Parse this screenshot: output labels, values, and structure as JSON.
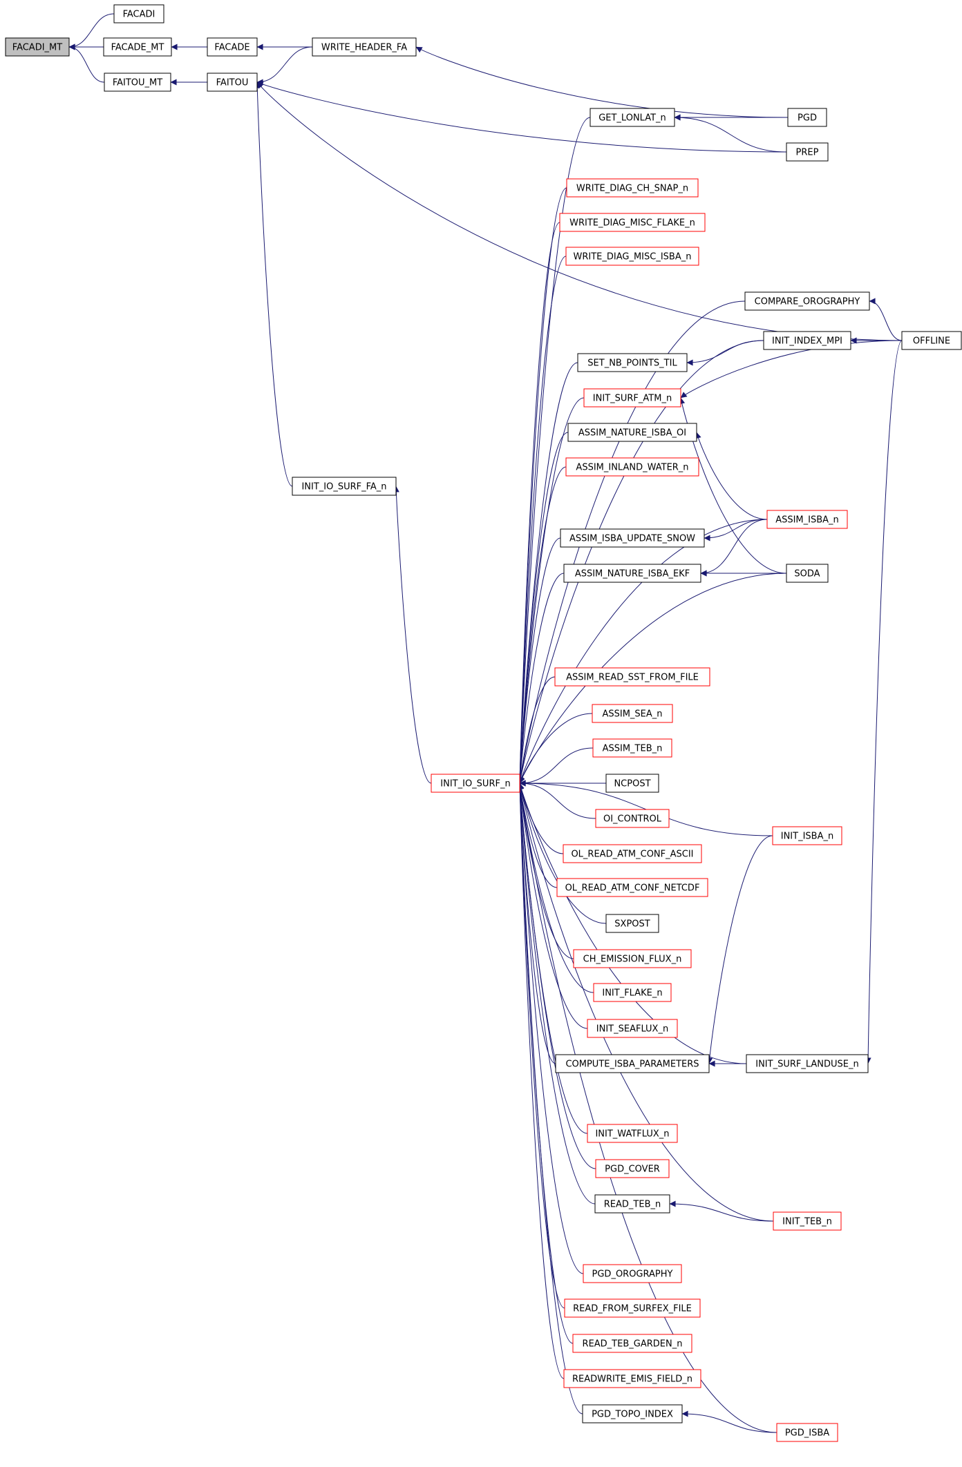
{
  "graph": {
    "colors": {
      "edge": "#191970",
      "arrow": "#191970",
      "documented_border": "#000000",
      "undocumented_border": "#ff0000",
      "root_fill": "#bfbfbf",
      "node_fill": "#ffffff",
      "text": "#000000"
    },
    "nodes": [
      {
        "id": "FACADI_MT",
        "label": "FACADI_MT",
        "style": "root"
      },
      {
        "id": "FACADI",
        "label": "FACADI",
        "style": "black"
      },
      {
        "id": "FACADE_MT",
        "label": "FACADE_MT",
        "style": "black"
      },
      {
        "id": "FACADE",
        "label": "FACADE",
        "style": "black"
      },
      {
        "id": "WRITE_HEADER_FA",
        "label": "WRITE_HEADER_FA",
        "style": "black"
      },
      {
        "id": "FAITOU_MT",
        "label": "FAITOU_MT",
        "style": "black"
      },
      {
        "id": "FAITOU",
        "label": "FAITOU",
        "style": "black"
      },
      {
        "id": "GET_LONLAT_n",
        "label": "GET_LONLAT_n",
        "style": "black"
      },
      {
        "id": "PGD",
        "label": "PGD",
        "style": "black"
      },
      {
        "id": "PREP",
        "label": "PREP",
        "style": "black"
      },
      {
        "id": "WRITE_DIAG_CH_SNAP_n",
        "label": "WRITE_DIAG_CH_SNAP_n",
        "style": "red"
      },
      {
        "id": "WRITE_DIAG_MISC_FLAKE_n",
        "label": "WRITE_DIAG_MISC_FLAKE_n",
        "style": "red"
      },
      {
        "id": "WRITE_DIAG_MISC_ISBA_n",
        "label": "WRITE_DIAG_MISC_ISBA_n",
        "style": "red"
      },
      {
        "id": "COMPARE_OROGRAPHY",
        "label": "COMPARE_OROGRAPHY",
        "style": "black"
      },
      {
        "id": "INIT_INDEX_MPI",
        "label": "INIT_INDEX_MPI",
        "style": "black"
      },
      {
        "id": "OFFLINE",
        "label": "OFFLINE",
        "style": "black"
      },
      {
        "id": "SET_NB_POINTS_TIL",
        "label": "SET_NB_POINTS_TIL",
        "style": "black"
      },
      {
        "id": "INIT_SURF_ATM_n",
        "label": "INIT_SURF_ATM_n",
        "style": "red"
      },
      {
        "id": "ASSIM_NATURE_ISBA_OI",
        "label": "ASSIM_NATURE_ISBA_OI",
        "style": "black"
      },
      {
        "id": "ASSIM_INLAND_WATER_n",
        "label": "ASSIM_INLAND_WATER_n",
        "style": "red"
      },
      {
        "id": "INIT_IO_SURF_FA_n",
        "label": "INIT_IO_SURF_FA_n",
        "style": "black"
      },
      {
        "id": "ASSIM_ISBA_n",
        "label": "ASSIM_ISBA_n",
        "style": "red"
      },
      {
        "id": "ASSIM_ISBA_UPDATE_SNOW",
        "label": "ASSIM_ISBA_UPDATE_SNOW",
        "style": "black"
      },
      {
        "id": "ASSIM_NATURE_ISBA_EKF",
        "label": "ASSIM_NATURE_ISBA_EKF",
        "style": "black"
      },
      {
        "id": "SODA",
        "label": "SODA",
        "style": "black"
      },
      {
        "id": "ASSIM_READ_SST_FROM_FILE",
        "label": "ASSIM_READ_SST_FROM_FILE",
        "style": "red"
      },
      {
        "id": "ASSIM_SEA_n",
        "label": "ASSIM_SEA_n",
        "style": "red"
      },
      {
        "id": "ASSIM_TEB_n",
        "label": "ASSIM_TEB_n",
        "style": "red"
      },
      {
        "id": "INIT_IO_SURF_n",
        "label": "INIT_IO_SURF_n",
        "style": "red"
      },
      {
        "id": "NCPOST",
        "label": "NCPOST",
        "style": "black"
      },
      {
        "id": "OI_CONTROL",
        "label": "OI_CONTROL",
        "style": "red"
      },
      {
        "id": "INIT_ISBA_n",
        "label": "INIT_ISBA_n",
        "style": "red"
      },
      {
        "id": "OL_READ_ATM_CONF_ASCII",
        "label": "OL_READ_ATM_CONF_ASCII",
        "style": "red"
      },
      {
        "id": "OL_READ_ATM_CONF_NETCDF",
        "label": "OL_READ_ATM_CONF_NETCDF",
        "style": "red"
      },
      {
        "id": "SXPOST",
        "label": "SXPOST",
        "style": "black"
      },
      {
        "id": "CH_EMISSION_FLUX_n",
        "label": "CH_EMISSION_FLUX_n",
        "style": "red"
      },
      {
        "id": "INIT_FLAKE_n",
        "label": "INIT_FLAKE_n",
        "style": "red"
      },
      {
        "id": "INIT_SEAFLUX_n",
        "label": "INIT_SEAFLUX_n",
        "style": "red"
      },
      {
        "id": "COMPUTE_ISBA_PARAMETERS",
        "label": "COMPUTE_ISBA_PARAMETERS",
        "style": "black"
      },
      {
        "id": "INIT_SURF_LANDUSE_n",
        "label": "INIT_SURF_LANDUSE_n",
        "style": "black"
      },
      {
        "id": "INIT_WATFLUX_n",
        "label": "INIT_WATFLUX_n",
        "style": "red"
      },
      {
        "id": "PGD_COVER",
        "label": "PGD_COVER",
        "style": "red"
      },
      {
        "id": "READ_TEB_n",
        "label": "READ_TEB_n",
        "style": "black"
      },
      {
        "id": "INIT_TEB_n",
        "label": "INIT_TEB_n",
        "style": "red"
      },
      {
        "id": "PGD_OROGRAPHY",
        "label": "PGD_OROGRAPHY",
        "style": "red"
      },
      {
        "id": "READ_FROM_SURFEX_FILE",
        "label": "READ_FROM_SURFEX_FILE",
        "style": "red"
      },
      {
        "id": "READ_TEB_GARDEN_n",
        "label": "READ_TEB_GARDEN_n",
        "style": "red"
      },
      {
        "id": "READWRITE_EMIS_FIELD_n",
        "label": "READWRITE_EMIS_FIELD_n",
        "style": "red"
      },
      {
        "id": "PGD_TOPO_INDEX",
        "label": "PGD_TOPO_INDEX",
        "style": "black"
      },
      {
        "id": "PGD_ISBA",
        "label": "PGD_ISBA",
        "style": "red"
      }
    ],
    "edges": [
      {
        "from": "FACADI",
        "to": "FACADI_MT"
      },
      {
        "from": "FACADE_MT",
        "to": "FACADI_MT"
      },
      {
        "from": "FAITOU_MT",
        "to": "FACADI_MT"
      },
      {
        "from": "FACADE",
        "to": "FACADE_MT"
      },
      {
        "from": "WRITE_HEADER_FA",
        "to": "FACADE"
      },
      {
        "from": "PGD",
        "to": "WRITE_HEADER_FA"
      },
      {
        "from": "FAITOU",
        "to": "FAITOU_MT"
      },
      {
        "from": "WRITE_HEADER_FA",
        "to": "FAITOU"
      },
      {
        "from": "OFFLINE",
        "to": "FAITOU"
      },
      {
        "from": "PREP",
        "to": "FAITOU"
      },
      {
        "from": "INIT_IO_SURF_FA_n",
        "to": "FAITOU"
      },
      {
        "from": "PGD",
        "to": "GET_LONLAT_n"
      },
      {
        "from": "PREP",
        "to": "GET_LONLAT_n"
      },
      {
        "from": "INIT_IO_SURF_n",
        "to": "INIT_IO_SURF_FA_n"
      },
      {
        "from": "OFFLINE",
        "to": "COMPARE_OROGRAPHY"
      },
      {
        "from": "OFFLINE",
        "to": "INIT_INDEX_MPI"
      },
      {
        "from": "INIT_INDEX_MPI",
        "to": "SET_NB_POINTS_TIL"
      },
      {
        "from": "OFFLINE",
        "to": "INIT_SURF_ATM_n"
      },
      {
        "from": "SODA",
        "to": "INIT_SURF_ATM_n"
      },
      {
        "from": "ASSIM_ISBA_n",
        "to": "ASSIM_NATURE_ISBA_OI"
      },
      {
        "from": "ASSIM_ISBA_n",
        "to": "ASSIM_ISBA_UPDATE_SNOW"
      },
      {
        "from": "ASSIM_ISBA_n",
        "to": "ASSIM_NATURE_ISBA_EKF"
      },
      {
        "from": "SODA",
        "to": "ASSIM_NATURE_ISBA_EKF"
      },
      {
        "from": "INIT_SURF_LANDUSE_n",
        "to": "COMPUTE_ISBA_PARAMETERS"
      },
      {
        "from": "INIT_ISBA_n",
        "to": "COMPUTE_ISBA_PARAMETERS"
      },
      {
        "from": "OFFLINE",
        "to": "INIT_SURF_LANDUSE_n"
      },
      {
        "from": "INIT_TEB_n",
        "to": "READ_TEB_n"
      },
      {
        "from": "PGD_ISBA",
        "to": "PGD_TOPO_INDEX"
      },
      {
        "from": "GET_LONLAT_n",
        "to": "INIT_IO_SURF_n"
      },
      {
        "from": "WRITE_DIAG_CH_SNAP_n",
        "to": "INIT_IO_SURF_n"
      },
      {
        "from": "WRITE_DIAG_MISC_FLAKE_n",
        "to": "INIT_IO_SURF_n"
      },
      {
        "from": "WRITE_DIAG_MISC_ISBA_n",
        "to": "INIT_IO_SURF_n"
      },
      {
        "from": "COMPARE_OROGRAPHY",
        "to": "INIT_IO_SURF_n"
      },
      {
        "from": "INIT_INDEX_MPI",
        "to": "INIT_IO_SURF_n"
      },
      {
        "from": "SET_NB_POINTS_TIL",
        "to": "INIT_IO_SURF_n"
      },
      {
        "from": "INIT_SURF_ATM_n",
        "to": "INIT_IO_SURF_n"
      },
      {
        "from": "ASSIM_NATURE_ISBA_OI",
        "to": "INIT_IO_SURF_n"
      },
      {
        "from": "ASSIM_INLAND_WATER_n",
        "to": "INIT_IO_SURF_n"
      },
      {
        "from": "ASSIM_ISBA_n",
        "to": "INIT_IO_SURF_n"
      },
      {
        "from": "ASSIM_ISBA_UPDATE_SNOW",
        "to": "INIT_IO_SURF_n"
      },
      {
        "from": "ASSIM_NATURE_ISBA_EKF",
        "to": "INIT_IO_SURF_n"
      },
      {
        "from": "SODA",
        "to": "INIT_IO_SURF_n"
      },
      {
        "from": "INIT_ISBA_n",
        "to": "INIT_IO_SURF_n"
      },
      {
        "from": "ASSIM_READ_SST_FROM_FILE",
        "to": "INIT_IO_SURF_n"
      },
      {
        "from": "ASSIM_SEA_n",
        "to": "INIT_IO_SURF_n"
      },
      {
        "from": "ASSIM_TEB_n",
        "to": "INIT_IO_SURF_n"
      },
      {
        "from": "NCPOST",
        "to": "INIT_IO_SURF_n"
      },
      {
        "from": "OI_CONTROL",
        "to": "INIT_IO_SURF_n"
      },
      {
        "from": "OL_READ_ATM_CONF_ASCII",
        "to": "INIT_IO_SURF_n"
      },
      {
        "from": "OL_READ_ATM_CONF_NETCDF",
        "to": "INIT_IO_SURF_n"
      },
      {
        "from": "SXPOST",
        "to": "INIT_IO_SURF_n"
      },
      {
        "from": "CH_EMISSION_FLUX_n",
        "to": "INIT_IO_SURF_n"
      },
      {
        "from": "INIT_FLAKE_n",
        "to": "INIT_IO_SURF_n"
      },
      {
        "from": "INIT_SEAFLUX_n",
        "to": "INIT_IO_SURF_n"
      },
      {
        "from": "COMPUTE_ISBA_PARAMETERS",
        "to": "INIT_IO_SURF_n"
      },
      {
        "from": "INIT_SURF_LANDUSE_n",
        "to": "INIT_IO_SURF_n"
      },
      {
        "from": "INIT_WATFLUX_n",
        "to": "INIT_IO_SURF_n"
      },
      {
        "from": "PGD_COVER",
        "to": "INIT_IO_SURF_n"
      },
      {
        "from": "READ_TEB_n",
        "to": "INIT_IO_SURF_n"
      },
      {
        "from": "INIT_TEB_n",
        "to": "INIT_IO_SURF_n"
      },
      {
        "from": "PGD_OROGRAPHY",
        "to": "INIT_IO_SURF_n"
      },
      {
        "from": "READ_FROM_SURFEX_FILE",
        "to": "INIT_IO_SURF_n"
      },
      {
        "from": "READ_TEB_GARDEN_n",
        "to": "INIT_IO_SURF_n"
      },
      {
        "from": "READWRITE_EMIS_FIELD_n",
        "to": "INIT_IO_SURF_n"
      },
      {
        "from": "PGD_TOPO_INDEX",
        "to": "INIT_IO_SURF_n"
      },
      {
        "from": "PGD_ISBA",
        "to": "INIT_IO_SURF_n"
      }
    ]
  }
}
